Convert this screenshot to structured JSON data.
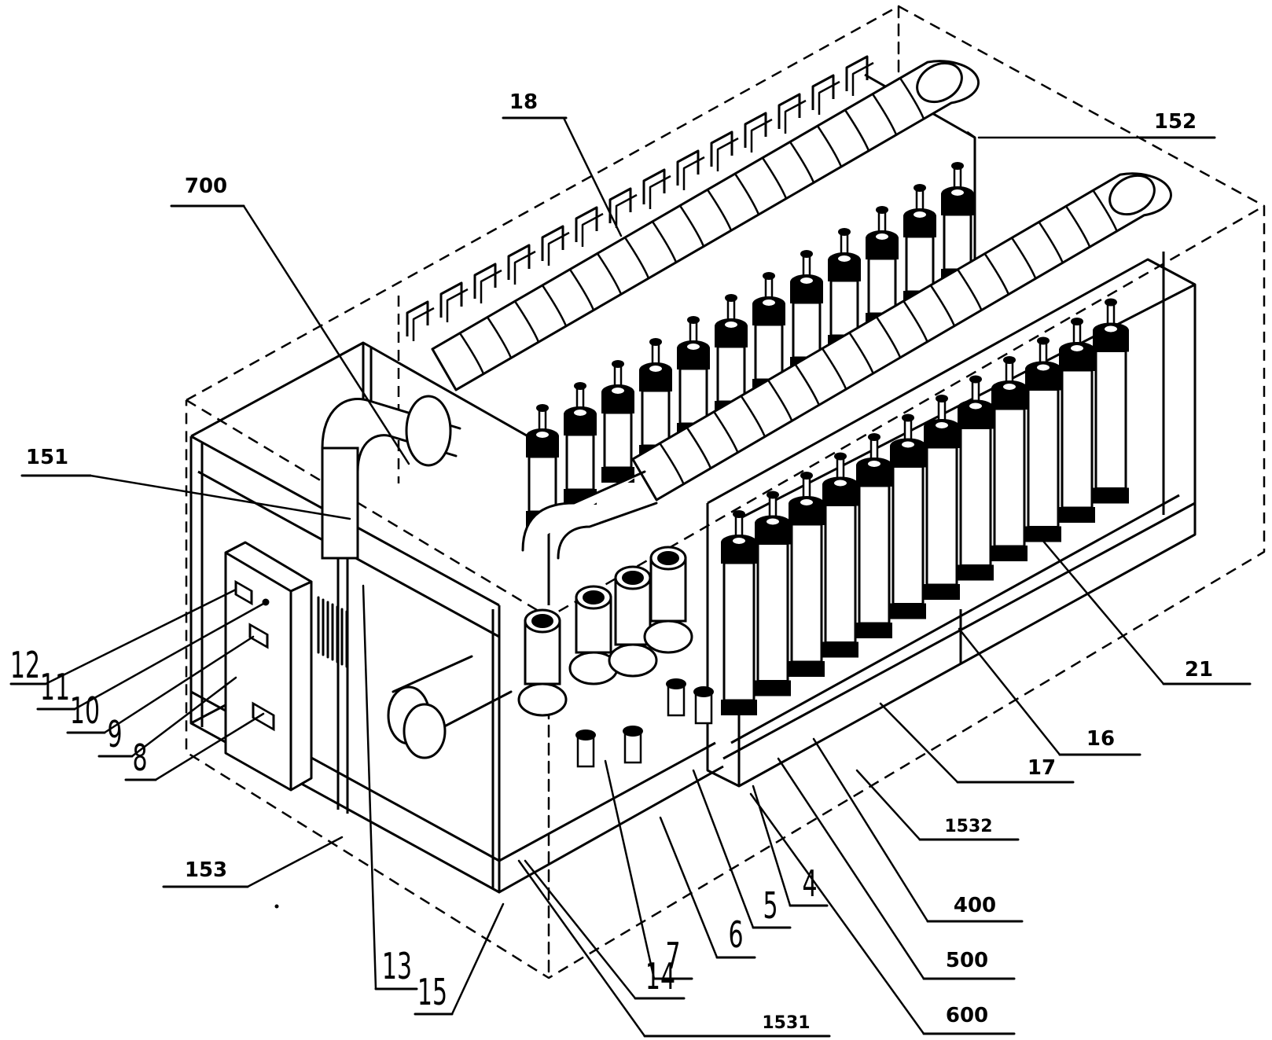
{
  "diagram": {
    "callouts": [
      {
        "id": "c18",
        "label": "18"
      },
      {
        "id": "c152",
        "label": "152"
      },
      {
        "id": "c700",
        "label": "700"
      },
      {
        "id": "c151",
        "label": "151"
      },
      {
        "id": "c12",
        "label": "12"
      },
      {
        "id": "c11",
        "label": "11"
      },
      {
        "id": "c10",
        "label": "10"
      },
      {
        "id": "c9",
        "label": "9"
      },
      {
        "id": "c8",
        "label": "8"
      },
      {
        "id": "c153",
        "label": "153"
      },
      {
        "id": "c13",
        "label": "13"
      },
      {
        "id": "c15",
        "label": "15"
      },
      {
        "id": "c14",
        "label": "14"
      },
      {
        "id": "c1531",
        "label": "1531"
      },
      {
        "id": "c7",
        "label": "7"
      },
      {
        "id": "c6",
        "label": "6"
      },
      {
        "id": "c5",
        "label": "5"
      },
      {
        "id": "c4",
        "label": "4"
      },
      {
        "id": "c600",
        "label": "600"
      },
      {
        "id": "c500",
        "label": "500"
      },
      {
        "id": "c400",
        "label": "400"
      },
      {
        "id": "c1532",
        "label": "1532"
      },
      {
        "id": "c17",
        "label": "17"
      },
      {
        "id": "c16",
        "label": "16"
      },
      {
        "id": "c21",
        "label": "21"
      }
    ]
  },
  "colors": {
    "line": "#000000",
    "background": "#ffffff",
    "component_fill": "#ffffff"
  }
}
